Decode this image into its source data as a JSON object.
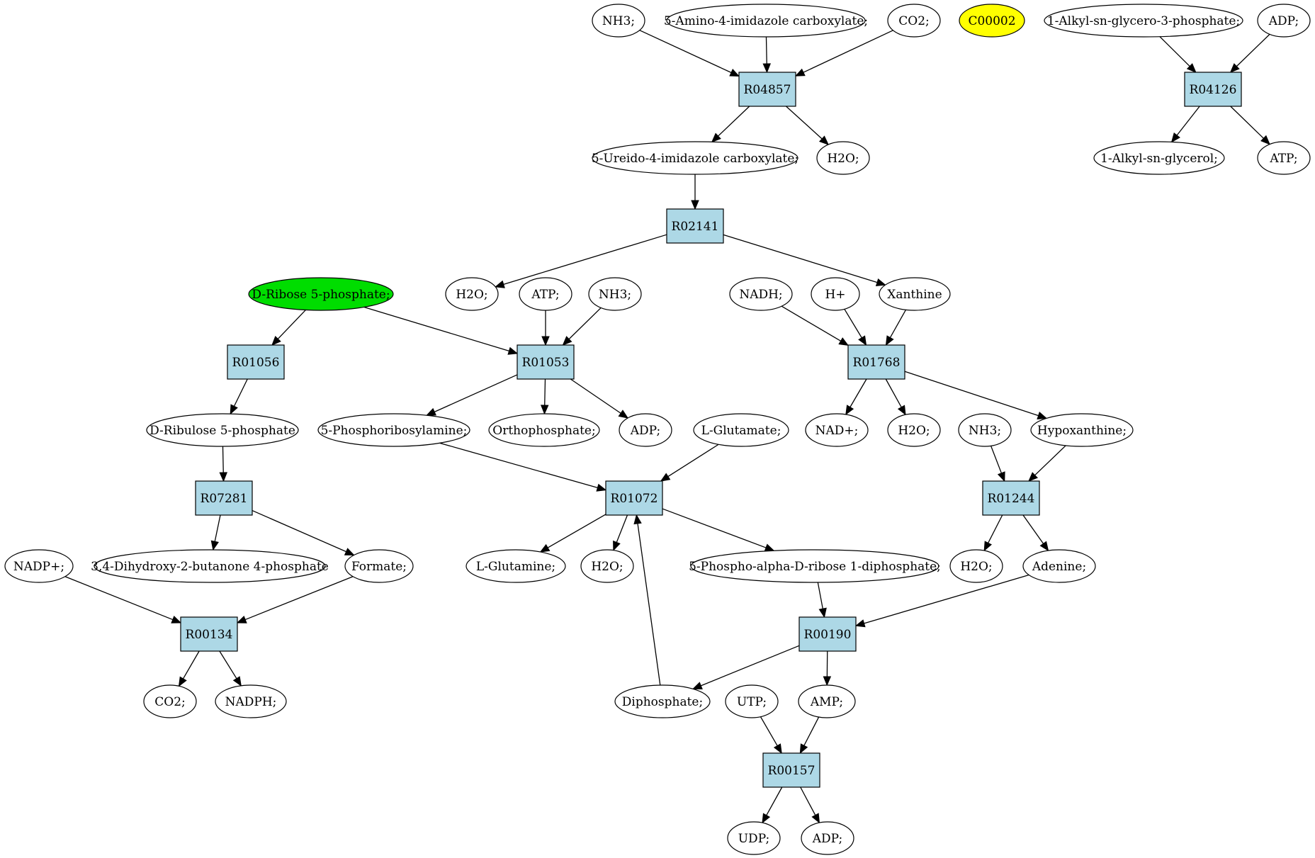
{
  "colors": {
    "reaction_fill": "#add8e6",
    "compound_fill": "#ffffff",
    "start_fill": "#00dd00",
    "highlight_fill": "#ffff00",
    "stroke": "#000000"
  },
  "nodes": [
    {
      "id": "nh3_top",
      "label": "NH3;",
      "kind": "compound"
    },
    {
      "id": "aica",
      "label": "5-Amino-4-imidazole carboxylate;",
      "kind": "compound"
    },
    {
      "id": "co2_top",
      "label": "CO2;",
      "kind": "compound"
    },
    {
      "id": "c00002",
      "label": "C00002",
      "kind": "highlight"
    },
    {
      "id": "alkylgp",
      "label": "1-Alkyl-sn-glycero-3-phosphate;",
      "kind": "compound"
    },
    {
      "id": "adp_top",
      "label": "ADP;",
      "kind": "compound"
    },
    {
      "id": "R04857",
      "label": "R04857",
      "kind": "reaction"
    },
    {
      "id": "R04126",
      "label": "R04126",
      "kind": "reaction"
    },
    {
      "id": "ureido",
      "label": "5-Ureido-4-imidazole carboxylate;",
      "kind": "compound"
    },
    {
      "id": "h2o_a",
      "label": "H2O;",
      "kind": "compound"
    },
    {
      "id": "alkylg",
      "label": "1-Alkyl-sn-glycerol;",
      "kind": "compound"
    },
    {
      "id": "atp_top",
      "label": "ATP;",
      "kind": "compound"
    },
    {
      "id": "R02141",
      "label": "R02141",
      "kind": "reaction"
    },
    {
      "id": "ribose5p",
      "label": "D-Ribose 5-phosphate;",
      "kind": "start"
    },
    {
      "id": "h2o_b",
      "label": "H2O;",
      "kind": "compound"
    },
    {
      "id": "atp_b",
      "label": "ATP;",
      "kind": "compound"
    },
    {
      "id": "nh3_b",
      "label": "NH3;",
      "kind": "compound"
    },
    {
      "id": "nadh",
      "label": "NADH;",
      "kind": "compound"
    },
    {
      "id": "hplus",
      "label": "H+",
      "kind": "compound"
    },
    {
      "id": "xanthine",
      "label": "Xanthine",
      "kind": "compound"
    },
    {
      "id": "R01056",
      "label": "R01056",
      "kind": "reaction"
    },
    {
      "id": "R01053",
      "label": "R01053",
      "kind": "reaction"
    },
    {
      "id": "R01768",
      "label": "R01768",
      "kind": "reaction"
    },
    {
      "id": "ribulose5p",
      "label": "D-Ribulose 5-phosphate",
      "kind": "compound"
    },
    {
      "id": "prpa",
      "label": "5-Phosphoribosylamine;",
      "kind": "compound"
    },
    {
      "id": "orthop",
      "label": "Orthophosphate;",
      "kind": "compound"
    },
    {
      "id": "adp_c",
      "label": "ADP;",
      "kind": "compound"
    },
    {
      "id": "glutamate",
      "label": "L-Glutamate;",
      "kind": "compound"
    },
    {
      "id": "nadplus",
      "label": "NAD+;",
      "kind": "compound"
    },
    {
      "id": "h2o_c",
      "label": "H2O;",
      "kind": "compound"
    },
    {
      "id": "nh3_c",
      "label": "NH3;",
      "kind": "compound"
    },
    {
      "id": "hypoxanthine",
      "label": "Hypoxanthine;",
      "kind": "compound"
    },
    {
      "id": "R07281",
      "label": "R07281",
      "kind": "reaction"
    },
    {
      "id": "R01072",
      "label": "R01072",
      "kind": "reaction"
    },
    {
      "id": "R01244",
      "label": "R01244",
      "kind": "reaction"
    },
    {
      "id": "nadpplus",
      "label": "NADP+;",
      "kind": "compound"
    },
    {
      "id": "dhbp",
      "label": "3,4-Dihydroxy-2-butanone 4-phosphate",
      "kind": "compound"
    },
    {
      "id": "formate",
      "label": "Formate;",
      "kind": "compound"
    },
    {
      "id": "glutamine",
      "label": "L-Glutamine;",
      "kind": "compound"
    },
    {
      "id": "h2o_d",
      "label": "H2O;",
      "kind": "compound"
    },
    {
      "id": "prpp",
      "label": "5-Phospho-alpha-D-ribose 1-diphosphate;",
      "kind": "compound"
    },
    {
      "id": "h2o_e",
      "label": "H2O;",
      "kind": "compound"
    },
    {
      "id": "adenine",
      "label": "Adenine;",
      "kind": "compound"
    },
    {
      "id": "R00134",
      "label": "R00134",
      "kind": "reaction"
    },
    {
      "id": "R00190",
      "label": "R00190",
      "kind": "reaction"
    },
    {
      "id": "co2_b",
      "label": "CO2;",
      "kind": "compound"
    },
    {
      "id": "nadph",
      "label": "NADPH;",
      "kind": "compound"
    },
    {
      "id": "diphosphate",
      "label": "Diphosphate;",
      "kind": "compound"
    },
    {
      "id": "utp",
      "label": "UTP;",
      "kind": "compound"
    },
    {
      "id": "amp",
      "label": "AMP;",
      "kind": "compound"
    },
    {
      "id": "R00157",
      "label": "R00157",
      "kind": "reaction"
    },
    {
      "id": "udp",
      "label": "UDP;",
      "kind": "compound"
    },
    {
      "id": "adp_d",
      "label": "ADP;",
      "kind": "compound"
    }
  ],
  "edges": [
    [
      "nh3_top",
      "R04857"
    ],
    [
      "aica",
      "R04857"
    ],
    [
      "co2_top",
      "R04857"
    ],
    [
      "R04857",
      "ureido"
    ],
    [
      "R04857",
      "h2o_a"
    ],
    [
      "alkylgp",
      "R04126"
    ],
    [
      "adp_top",
      "R04126"
    ],
    [
      "R04126",
      "alkylg"
    ],
    [
      "R04126",
      "atp_top"
    ],
    [
      "ureido",
      "R02141"
    ],
    [
      "R02141",
      "h2o_b"
    ],
    [
      "R02141",
      "xanthine"
    ],
    [
      "ribose5p",
      "R01056"
    ],
    [
      "ribose5p",
      "R01053"
    ],
    [
      "atp_b",
      "R01053"
    ],
    [
      "nh3_b",
      "R01053"
    ],
    [
      "nadh",
      "R01768"
    ],
    [
      "hplus",
      "R01768"
    ],
    [
      "xanthine",
      "R01768"
    ],
    [
      "R01056",
      "ribulose5p"
    ],
    [
      "R01053",
      "prpa"
    ],
    [
      "R01053",
      "orthop"
    ],
    [
      "R01053",
      "adp_c"
    ],
    [
      "R01768",
      "nadplus"
    ],
    [
      "R01768",
      "h2o_c"
    ],
    [
      "R01768",
      "hypoxanthine"
    ],
    [
      "ribulose5p",
      "R07281"
    ],
    [
      "prpa",
      "R01072"
    ],
    [
      "glutamate",
      "R01072"
    ],
    [
      "diphosphate",
      "R01072"
    ],
    [
      "nh3_c",
      "R01244"
    ],
    [
      "hypoxanthine",
      "R01244"
    ],
    [
      "R07281",
      "dhbp"
    ],
    [
      "R07281",
      "formate"
    ],
    [
      "R01072",
      "glutamine"
    ],
    [
      "R01072",
      "h2o_d"
    ],
    [
      "R01072",
      "prpp"
    ],
    [
      "R01244",
      "h2o_e"
    ],
    [
      "R01244",
      "adenine"
    ],
    [
      "nadpplus",
      "R00134"
    ],
    [
      "formate",
      "R00134"
    ],
    [
      "prpp",
      "R00190"
    ],
    [
      "adenine",
      "R00190"
    ],
    [
      "R00134",
      "co2_b"
    ],
    [
      "R00134",
      "nadph"
    ],
    [
      "R00190",
      "diphosphate"
    ],
    [
      "R00190",
      "amp"
    ],
    [
      "utp",
      "R00157"
    ],
    [
      "amp",
      "R00157"
    ],
    [
      "R00157",
      "udp"
    ],
    [
      "R00157",
      "adp_d"
    ]
  ]
}
